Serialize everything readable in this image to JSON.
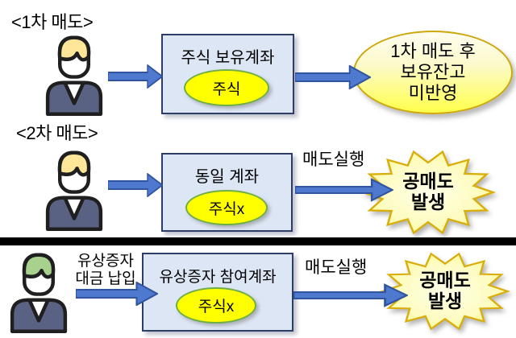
{
  "diagram": {
    "section1": {
      "label": "<1차 매도>",
      "account_box": {
        "title": "주식 보유계좌",
        "tag": "주식"
      },
      "result": {
        "lines": [
          "1차 매도 후",
          "보유잔고",
          "미반영"
        ]
      }
    },
    "section2": {
      "label": "<2차 매도>",
      "account_box": {
        "title": "동일 계좌",
        "tag": "주식x"
      },
      "arrow_label": "매도실행",
      "result": {
        "lines": [
          "공매도",
          "발생"
        ]
      }
    },
    "section3": {
      "person_note": {
        "lines": [
          "유상증자",
          "대금 납입"
        ]
      },
      "account_box": {
        "title": "유상증자 참여계좌",
        "tag": "주식x"
      },
      "arrow_label": "매도실행",
      "result": {
        "lines": [
          "공매도",
          "발생"
        ]
      }
    },
    "colors": {
      "box_fill": "#dde6f5",
      "box_border": "#2e3d66",
      "tag_fill": "#ffff00",
      "tag_border": "#6fae46",
      "arrow_fill": "#4f79ce",
      "arrow_border": "#31549f",
      "burst_border": "#d9ae0a",
      "hair_blonde": "#ffe699",
      "hair_green": "#a9d18e",
      "person_body": "#5a6284",
      "divider": "#000000"
    },
    "icons": {
      "person": "person-icon",
      "arrow": "block-arrow-icon",
      "burst": "starburst-icon"
    }
  }
}
